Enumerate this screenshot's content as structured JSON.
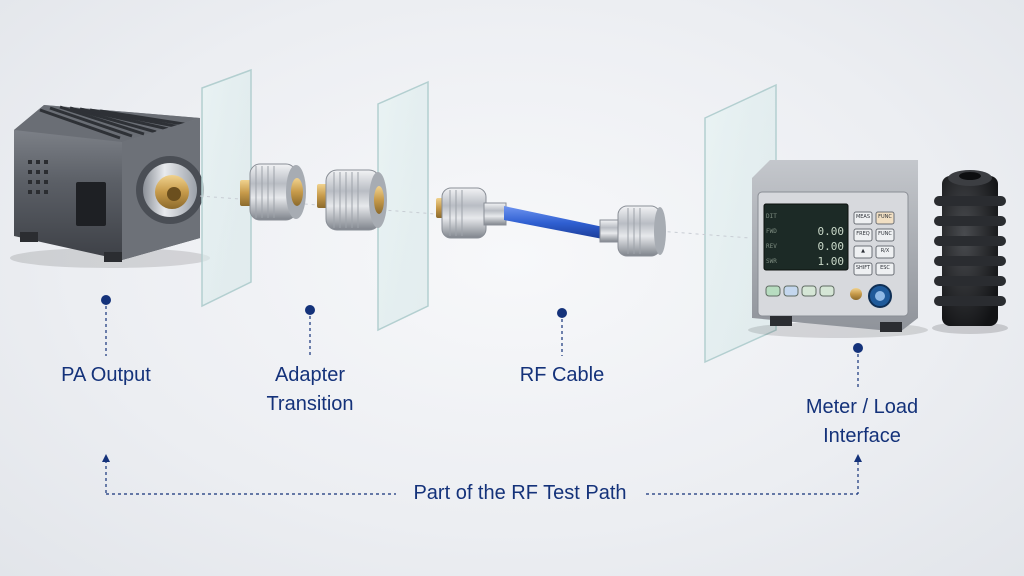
{
  "labels": {
    "pa_output": "PA Output",
    "adapter_line1": "Adapter",
    "adapter_line2": "Transition",
    "rf_cable": "RF Cable",
    "meter_line1": "Meter / Load",
    "meter_line2": "Interface",
    "path_caption": "Part of the RF Test Path"
  },
  "meter_display": {
    "rows": [
      {
        "tag": "DIT",
        "value": ""
      },
      {
        "tag": "FWD",
        "value": "0.00"
      },
      {
        "tag": "REV",
        "value": "0.00"
      },
      {
        "tag": "SWR",
        "value": "1.00"
      }
    ]
  },
  "meter_buttons": [
    "MEAS",
    "FUNC",
    "FREQ",
    "FUNC",
    "▲",
    "R/X",
    "SHIFT",
    "ESC"
  ],
  "colors": {
    "label_blue": "#14327a",
    "cable_blue": "#2f5fd1",
    "brass": "#c69a4a"
  },
  "icons": {
    "marker": "dot-marker-icon",
    "arrow": "arrow-up-icon"
  }
}
